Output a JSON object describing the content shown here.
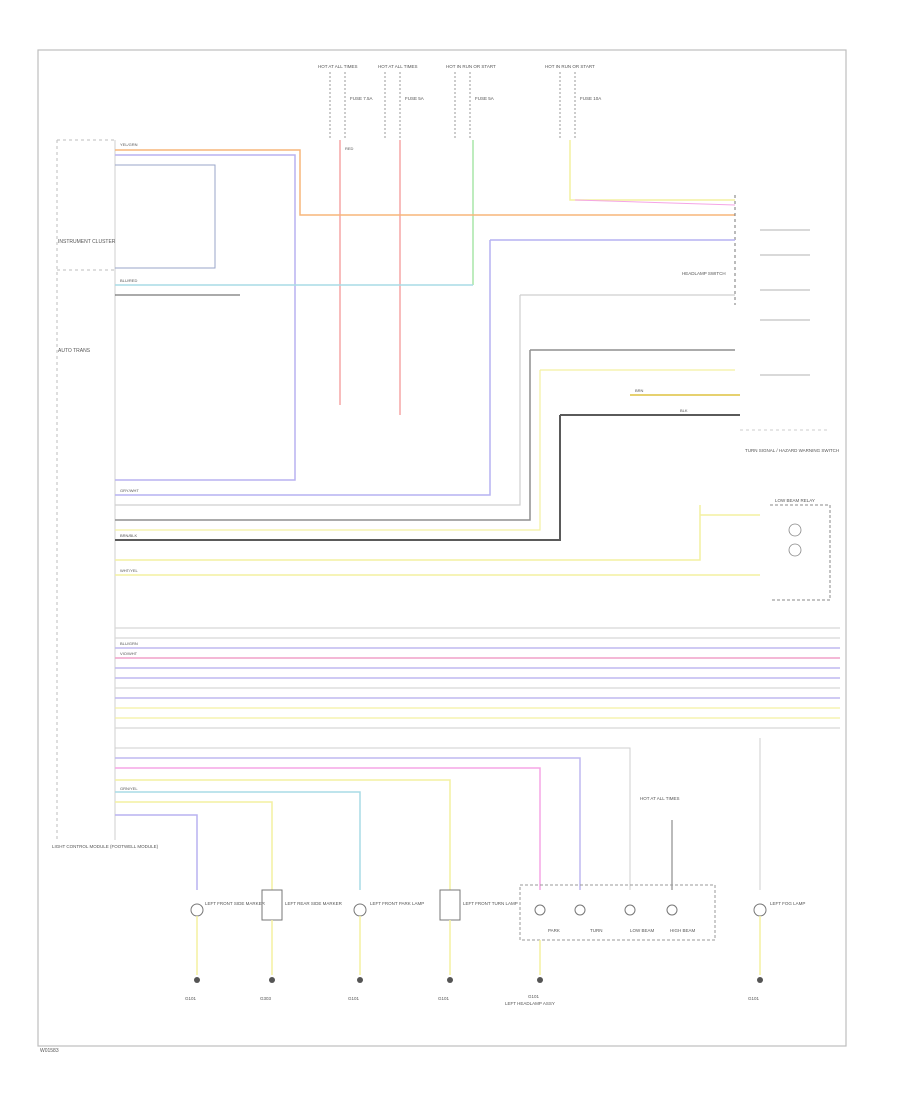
{
  "diagram": {
    "footer_code": "W01583",
    "blocks": {
      "inst_cluster": "INSTRUMENT CLUSTER",
      "auto_trans": "AUTO TRANS",
      "relay": "LOW BEAM RELAY",
      "headlamp_switch": "HEADLAMP SWITCH",
      "turn_switch": "TURN SIGNAL / HAZARD WARNING SWITCH",
      "lamp_module": "LIGHT CONTROL MODULE (FOOTWELL MODULE)",
      "hot_label": "HOT AT ALL TIMES"
    },
    "fuses": [
      {
        "title": "HOT AT ALL TIMES",
        "name": "FUSE 7.5A"
      },
      {
        "title": "HOT AT ALL TIMES",
        "name": "FUSE 5A"
      },
      {
        "title": "HOT IN RUN OR START",
        "name": "FUSE 5A"
      },
      {
        "title": "HOT IN RUN OR START",
        "name": "FUSE 10A"
      }
    ],
    "lamps": [
      {
        "name": "LEFT FRONT SIDE MARKER",
        "ground": "G101"
      },
      {
        "name": "LEFT REAR SIDE MARKER",
        "ground": "G303"
      },
      {
        "name": "LEFT FRONT PARK LAMP",
        "ground": "G101"
      },
      {
        "name": "LEFT FRONT TURN LAMP",
        "ground": "G101"
      },
      {
        "name": "LEFT HEADLAMP ASSY",
        "ground": "G101"
      },
      {
        "name": "LEFT FOG LAMP",
        "ground": "G101"
      }
    ],
    "assy_labels": [
      "PARK",
      "TURN",
      "LOW BEAM",
      "HIGH BEAM"
    ],
    "wire_labels": [
      "YEL/GRN",
      "BLU/RED",
      "GRY/WHT",
      "BRN/BLK",
      "WHT/YEL",
      "BLU/GRN",
      "VIO/WHT",
      "GRN/YEL",
      "BLK",
      "RED",
      "BRN"
    ]
  }
}
